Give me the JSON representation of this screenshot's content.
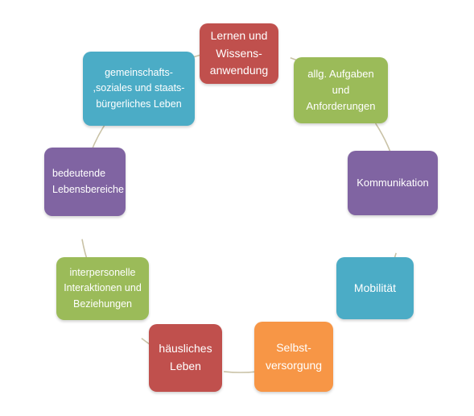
{
  "diagram": {
    "type": "cycle",
    "nodes": [
      {
        "id": "lernen",
        "label": "Lernen und\nWissens-\nanwendung",
        "color": "#c0504d"
      },
      {
        "id": "aufgaben",
        "label": "allg. Aufgaben\nund\nAnforderungen",
        "color": "#9bbb59"
      },
      {
        "id": "kommunikation",
        "label": "Kommunikation",
        "color": "#8064a2"
      },
      {
        "id": "mobilitaet",
        "label": "Mobilität",
        "color": "#4bacc6"
      },
      {
        "id": "selbstversorgung",
        "label": "Selbst-\nversorgung",
        "color": "#f79646"
      },
      {
        "id": "haeusliches",
        "label": "häusliches\nLeben",
        "color": "#c0504d"
      },
      {
        "id": "interpersonell",
        "label": "interpersonelle\nInteraktionen und\nBeziehungen",
        "color": "#9bbb59"
      },
      {
        "id": "lebensbereiche",
        "label": "bedeutende\nLebensbereiche",
        "color": "#8064a2"
      },
      {
        "id": "gemeinschaft",
        "label": "gemeinschafts-\n,soziales und staats-\nbürgerliches Leben",
        "color": "#4bacc6"
      }
    ],
    "connector_color": "#c9c2a6"
  }
}
